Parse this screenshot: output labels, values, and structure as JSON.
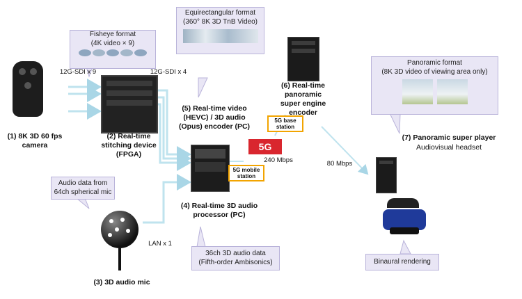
{
  "callouts": {
    "fisheye_title": "Fisheye format",
    "fisheye_sub": "(4K video × 9)",
    "equirect_title": "Equirectangular format",
    "equirect_sub": "(360° 8K 3D TnB Video)",
    "panoramic_title": "Panoramic format",
    "panoramic_sub": "(8K 3D video of viewing area only)",
    "audio_line1": "Audio data from",
    "audio_line2": "64ch spherical mic",
    "ambisonics_line1": "36ch 3D audio data",
    "ambisonics_line2": "(Fifth-order Ambisonics)",
    "binaural": "Binaural rendering"
  },
  "links": {
    "sdi9": "12G-SDI x 9",
    "sdi4": "12G-SDI x 4",
    "rate240": "240 Mbps",
    "rate80": "80 Mbps",
    "lan": "LAN x 1"
  },
  "nodes": {
    "camera": [
      "(1) 8K 3D 60 fps",
      "camera"
    ],
    "stitching": [
      "(2) Real-time",
      "stitching device",
      "(FPGA)"
    ],
    "mic": "(3) 3D audio mic",
    "audio_proc": [
      "(4) Real-time 3D audio",
      "processor  (PC)"
    ],
    "encoder": [
      "(5) Real-time video",
      "(HEVC) / 3D audio",
      "(Opus) encoder (PC)"
    ],
    "super_encoder": [
      "(6) Real-time",
      "panoramic",
      "super engine",
      "encoder"
    ],
    "player_title": "(7) Panoramic super player",
    "player_sub": "Audiovisual headset"
  },
  "stations": {
    "base": [
      "5G base",
      "station"
    ],
    "mobile": [
      "5G mobile",
      "station"
    ]
  },
  "logo_5g": "5G",
  "colors": {
    "callout_bg": "#e9e6f5",
    "arrow": "#bfe3ee",
    "station_border": "#f2a400",
    "logo_5g_bg": "#d9262e"
  }
}
